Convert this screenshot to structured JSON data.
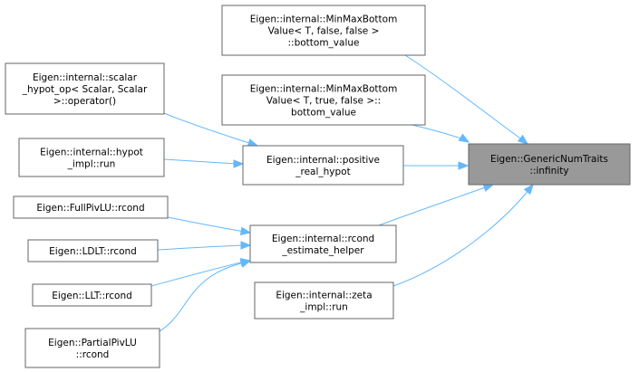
{
  "root": {
    "id": "infinity",
    "lines": [
      "Eigen::GenericNumTraits",
      "::infinity"
    ]
  },
  "nodes": [
    {
      "id": "minmax_false",
      "lines": [
        "Eigen::internal::MinMaxBottom",
        "Value< T, false, false >",
        "::bottom_value"
      ]
    },
    {
      "id": "minmax_true",
      "lines": [
        "Eigen::internal::MinMaxBottom",
        "Value< T, true, false >::",
        "bottom_value"
      ]
    },
    {
      "id": "scalar_hypot",
      "lines": [
        "Eigen::internal::scalar",
        "_hypot_op< Scalar, Scalar",
        ">::operator()"
      ]
    },
    {
      "id": "hypot_impl",
      "lines": [
        "Eigen::internal::hypot",
        "_impl::run"
      ]
    },
    {
      "id": "positive_real_hypot",
      "lines": [
        "Eigen::internal::positive",
        "_real_hypot"
      ]
    },
    {
      "id": "fullpivlu",
      "lines": [
        "Eigen::FullPivLU::rcond"
      ]
    },
    {
      "id": "rcond_helper",
      "lines": [
        "Eigen::internal::rcond",
        "_estimate_helper"
      ]
    },
    {
      "id": "ldlt",
      "lines": [
        "Eigen::LDLT::rcond"
      ]
    },
    {
      "id": "llt",
      "lines": [
        "Eigen::LLT::rcond"
      ]
    },
    {
      "id": "partialpivlu",
      "lines": [
        "Eigen::PartialPivLU",
        "::rcond"
      ]
    },
    {
      "id": "zeta_impl",
      "lines": [
        "Eigen::internal::zeta",
        "_impl::run"
      ]
    }
  ],
  "edges": [
    {
      "from": "minmax_false",
      "to": "infinity"
    },
    {
      "from": "minmax_true",
      "to": "infinity"
    },
    {
      "from": "positive_real_hypot",
      "to": "infinity"
    },
    {
      "from": "rcond_helper",
      "to": "infinity"
    },
    {
      "from": "zeta_impl",
      "to": "infinity"
    },
    {
      "from": "scalar_hypot",
      "to": "positive_real_hypot"
    },
    {
      "from": "hypot_impl",
      "to": "positive_real_hypot"
    },
    {
      "from": "fullpivlu",
      "to": "rcond_helper"
    },
    {
      "from": "ldlt",
      "to": "rcond_helper"
    },
    {
      "from": "llt",
      "to": "rcond_helper"
    },
    {
      "from": "partialpivlu",
      "to": "rcond_helper"
    }
  ]
}
